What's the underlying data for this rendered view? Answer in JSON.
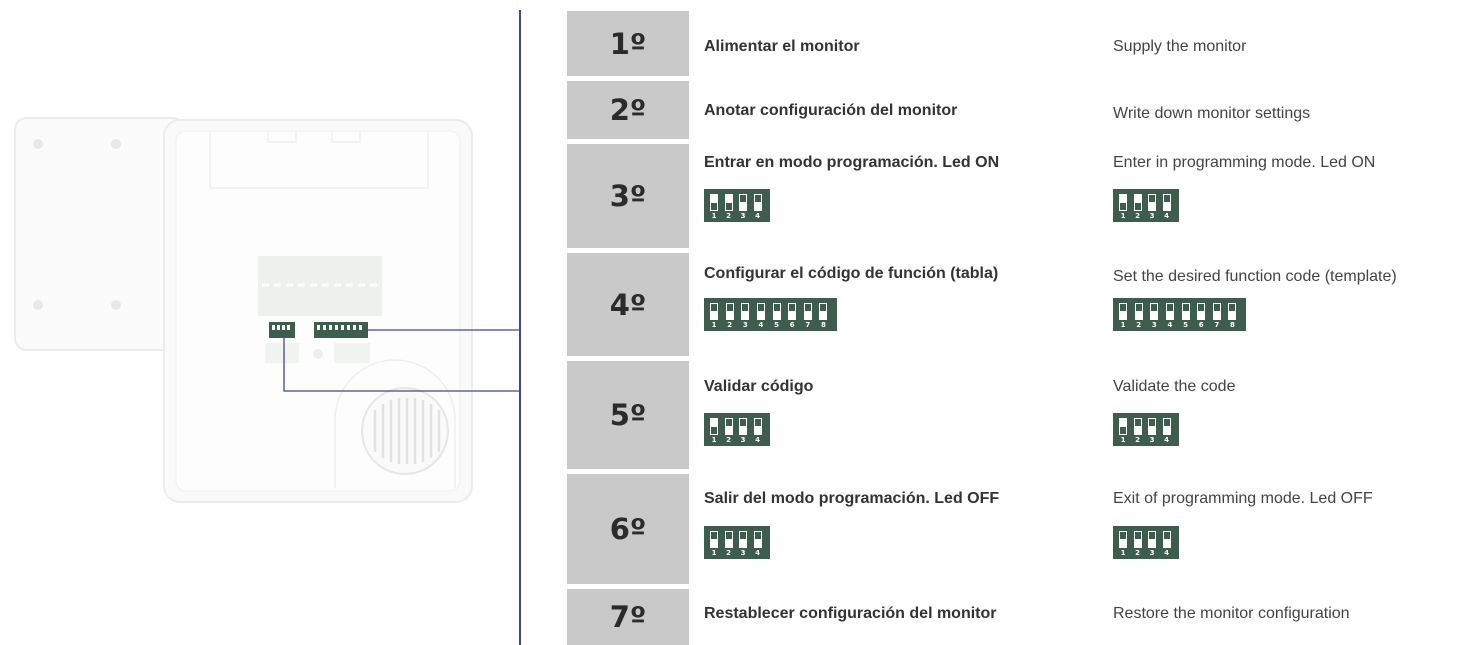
{
  "steps": [
    {
      "number": "1º",
      "es": "Alimentar el monitor",
      "en": "Supply the monitor"
    },
    {
      "number": "2º",
      "es": "Anotar configuración del monitor",
      "en": "Write down monitor settings"
    },
    {
      "number": "3º",
      "es": "Entrar en modo programación. Led ON",
      "en": "Enter in programming mode. Led ON"
    },
    {
      "number": "4º",
      "es": "Configurar el código de función (tabla)",
      "en": "Set the desired function code (template)"
    },
    {
      "number": "5º",
      "es": "Validar código",
      "en": "Validate the code"
    },
    {
      "number": "6º",
      "es": "Salir del modo programación. Led OFF",
      "en": "Exit of programming mode. Led OFF"
    },
    {
      "number": "7º",
      "es": "Restablecer configuración del monitor",
      "en": "Restore the monitor configuration"
    }
  ],
  "dip_labels_4": [
    "1",
    "2",
    "3",
    "4"
  ],
  "dip_labels_8": [
    "1",
    "2",
    "3",
    "4",
    "5",
    "6",
    "7",
    "8"
  ],
  "dip_states": {
    "3": [
      "down",
      "down",
      "up",
      "up"
    ],
    "4": [
      "up",
      "up",
      "up",
      "up",
      "up",
      "up",
      "up",
      "up"
    ],
    "5": [
      "down",
      "up",
      "up",
      "up"
    ],
    "6": [
      "up",
      "up",
      "up",
      "up"
    ]
  },
  "colors": {
    "number_bg": "#c9c9c9",
    "line": "#3a4a8c",
    "dip_body": "#3e5d4f"
  }
}
